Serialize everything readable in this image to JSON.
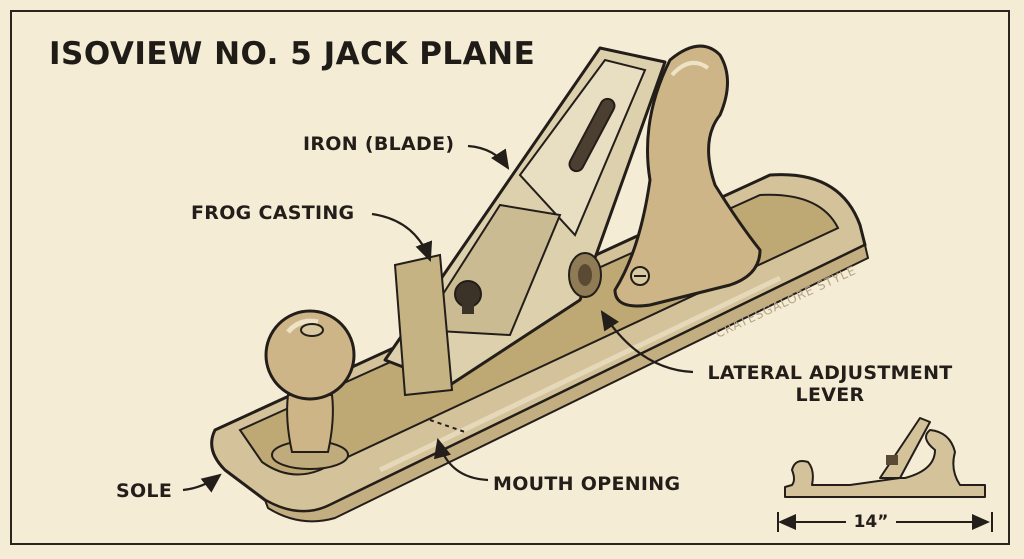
{
  "title": "ISOVIEW NO. 5 JACK PLANE",
  "labels": {
    "iron": "IRON (BLADE)",
    "frog": "FROG CASTING",
    "lateral_line1": "LATERAL ADJUSTMENT",
    "lateral_line2": "LEVER",
    "sole": "SOLE",
    "mouth": "MOUTH OPENING"
  },
  "watermark": "CRATESGALORE STYLE",
  "dimension": "14”",
  "colors": {
    "background": "#f5ecd6",
    "ink": "#231e19",
    "metal_light": "#ddd0ad",
    "metal_mid": "#c9b688",
    "wood": "#cdb587"
  }
}
